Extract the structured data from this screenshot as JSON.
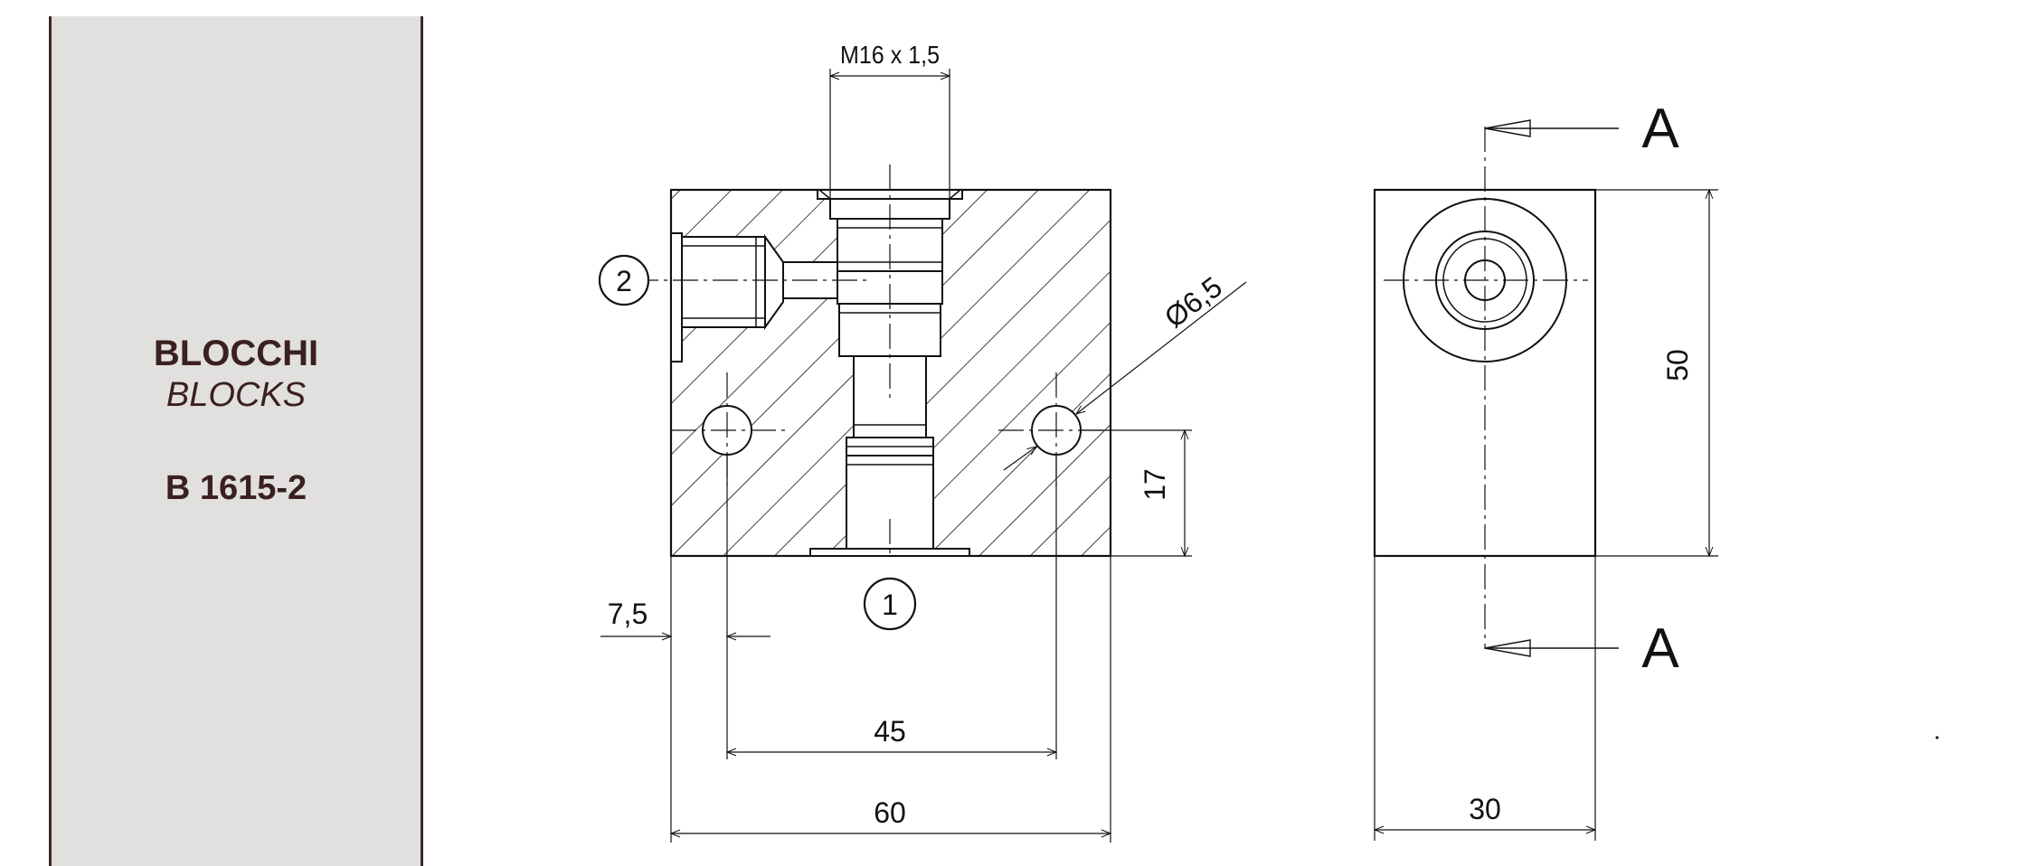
{
  "sidebar": {
    "title_it": "BLOCCHI",
    "title_en": "BLOCKS",
    "code": "B 1615-2"
  },
  "drawing": {
    "thread_label": "M16 x 1,5",
    "hole_diameter_label": "Ø6,5",
    "port_1": "1",
    "port_2": "2",
    "dim_7_5": "7,5",
    "dim_45": "45",
    "dim_60": "60",
    "dim_17": "17",
    "dim_50": "50",
    "dim_30": "30",
    "section_top": "A",
    "section_bottom": "A"
  },
  "colors": {
    "panel_bg": "#e1e0df",
    "panel_border": "#3a2a26",
    "text_dark": "#3a2020",
    "line": "#111111"
  }
}
